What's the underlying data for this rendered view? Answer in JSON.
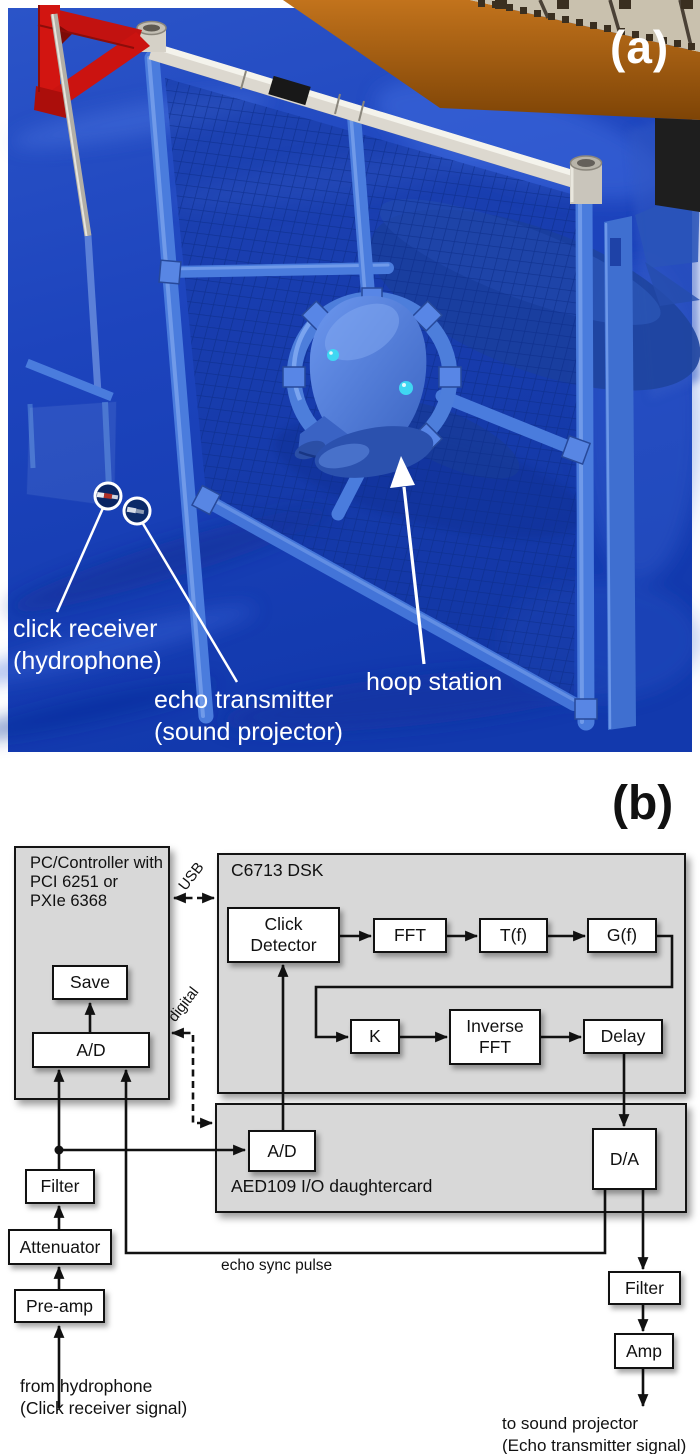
{
  "panel_a": {
    "corner_label": "(a)",
    "annotations": {
      "click_receiver": "click receiver\n(hydrophone)",
      "echo_transmitter": "echo transmitter\n(sound projector)",
      "hoop_station": "hoop station"
    },
    "colors": {
      "water_blue": "#1d44bd",
      "pvc_pipe_blue": "#4a7cdd",
      "davit_red": "#d21511",
      "dock_brown": "#a05a10",
      "deck_beige": "#c9c1ae",
      "droplet_cyan": "#3fd7f2",
      "annotation_white": "#ffffff"
    }
  },
  "panel_b": {
    "corner_label": "(b)",
    "containers": {
      "pc_controller": "PC/Controller with\nPCI 6251 or\nPXIe 6368",
      "dsk": "C6713 DSK",
      "daughtercard": "AED109 I/O daughtercard"
    },
    "blocks": {
      "save": "Save",
      "ad_pc": "A/D",
      "click_detector": "Click\nDetector",
      "fft": "FFT",
      "tf": "T(f)",
      "gf": "G(f)",
      "k": "K",
      "inverse_fft": "Inverse\nFFT",
      "delay": "Delay",
      "ad_io": "A/D",
      "da": "D/A",
      "filter_rx": "Filter",
      "attenuator": "Attenuator",
      "preamp": "Pre-amp",
      "filter_tx": "Filter",
      "amp": "Amp"
    },
    "connection_labels": {
      "usb": "USB",
      "digital": "digital",
      "echo_sync": "echo sync pulse"
    },
    "io_labels": {
      "input": "from hydrophone\n(Click receiver signal)",
      "output": "to sound projector\n(Echo transmitter signal)"
    },
    "colors": {
      "container_gray": "#d8d8d8",
      "line_black": "#111111"
    }
  }
}
